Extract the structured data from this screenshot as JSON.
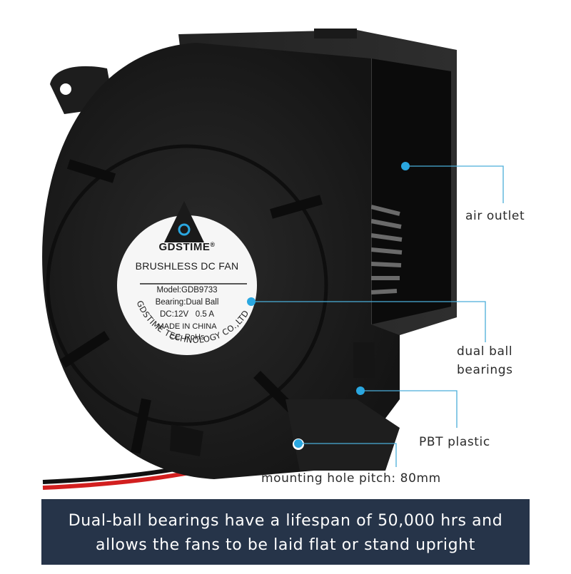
{
  "label": {
    "brand": "GDSTIME",
    "registered": "®",
    "product_type": "BRUSHLESS DC FAN",
    "model": "Model:GDB9733",
    "bearing": "Bearing:Dual Ball",
    "rating": "DC:12V   0.5 A",
    "origin": "MADE IN CHINA",
    "marks": "CE  RoHs",
    "company": "GDSTIME TECHNOLOGY CO.,LTD"
  },
  "callouts": {
    "air_outlet": "air outlet",
    "bearings_line1": "dual ball",
    "bearings_line2": "bearings",
    "plastic": "PBT plastic",
    "mounting": "mounting hole pitch: 80mm"
  },
  "banner": {
    "line1": "Dual-ball bearings have a lifespan of 50,000 hrs and",
    "line2": "allows the fans to be laid flat or stand upright"
  },
  "colors": {
    "callout_dot": "#2aa7e0",
    "callout_line": "#4aaed9",
    "banner_bg": "#263449",
    "fan_body": "#1c1c1c"
  }
}
